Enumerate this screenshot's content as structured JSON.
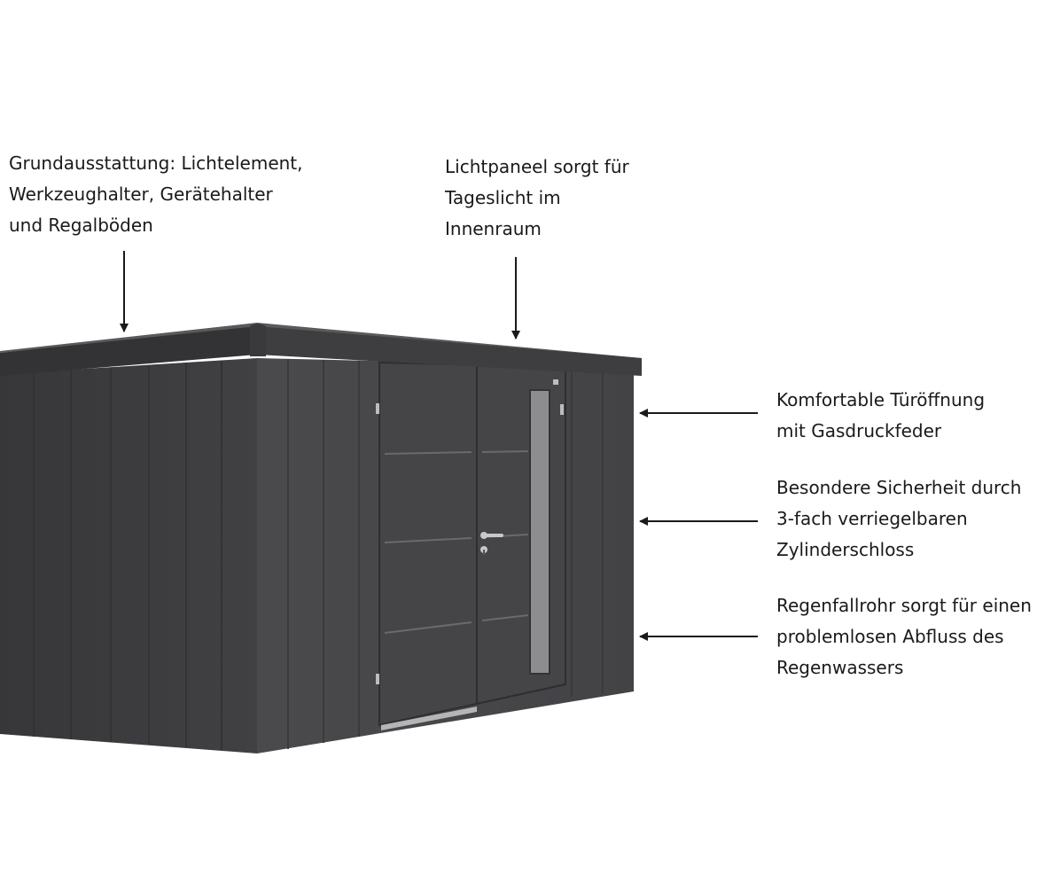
{
  "annotations": {
    "equipment": [
      "Grundausstattung: Lichtelement,",
      "Werkzeughalter, Gerätehalter",
      "und Regalböden"
    ],
    "skylight": [
      "Lichtpaneel sorgt für",
      "Tageslicht im",
      "Innenraum"
    ],
    "door_opening": [
      "Komfortable Türöffnung",
      "mit Gasdruckfeder"
    ],
    "security": [
      "Besondere Sicherheit durch",
      "3-fach verriegelbaren",
      "Zylinderschloss"
    ],
    "downpipe": [
      "Regenfallrohr sorgt für einen",
      "problemlosen Abfluss des",
      "Regenwassers"
    ]
  },
  "colors": {
    "shed_front": "#47474a",
    "shed_side": "#3d3d40",
    "roof": "#3e3e41",
    "door_window": "#8d8d90",
    "arrow": "#1a1a1a"
  }
}
